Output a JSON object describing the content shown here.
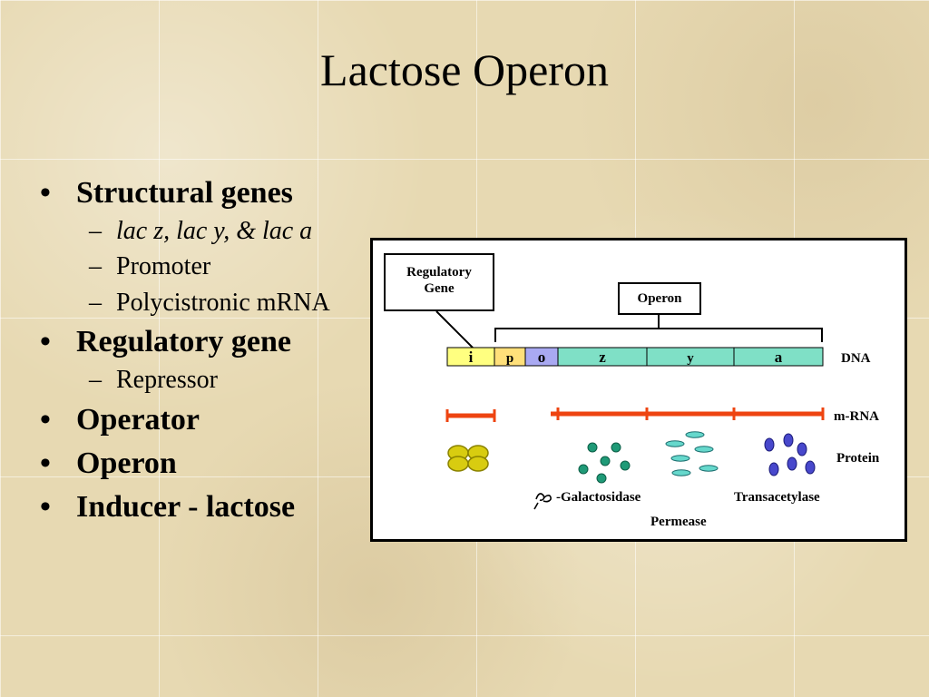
{
  "title": "Lactose Operon",
  "bullets": {
    "structural": "Structural genes",
    "structural_sub": {
      "lac_genes": "lac z, lac y, & lac a",
      "promoter": "Promoter",
      "polycistronic": "Polycistronic mRNA"
    },
    "regulatory": "Regulatory gene",
    "regulatory_sub": {
      "repressor": "Repressor"
    },
    "operator": "Operator",
    "operon": "Operon",
    "inducer": "Inducer - lactose"
  },
  "diagram": {
    "regulatory_gene_label": "Regulatory Gene",
    "operon_label": "Operon",
    "genes": [
      "i",
      "p",
      "o",
      "z",
      "y",
      "a"
    ],
    "gene_colors": {
      "i": "#ffff80",
      "p": "#ffe07a",
      "o": "#a9a9f2",
      "z": "#7fe0c6",
      "y": "#7fe0c6",
      "a": "#7fe0c6"
    },
    "row_labels": {
      "dna": "DNA",
      "mrna": "m-RNA",
      "protein": "Protein"
    },
    "protein_labels": {
      "galactosidase": "-Galactosidase",
      "permease": "Permease",
      "transacetylase": "Transacetylase"
    },
    "beta_symbol_icon": "beta-icon",
    "colors": {
      "mrna": "#ee4411",
      "repressor": "#d8cc10",
      "galactosidase": "#1f9a77",
      "permease": "#66d8cc",
      "transacetylase": "#4848cc"
    }
  }
}
